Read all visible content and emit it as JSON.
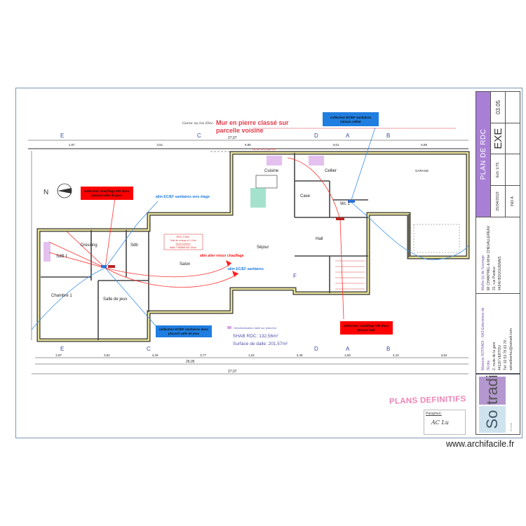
{
  "annotations": {
    "wall_note_line1": "Mur en pierre classé sur",
    "wall_note_line2": "parcelle voisine",
    "handwritten_note": "Gaine ep los Elec.",
    "limit_label": "Limite de propriété",
    "blue_box_cellier": [
      "collecteur EC/EF sanitaires",
      "cloison cellier"
    ],
    "red_box_salle_jeux": [
      "collecteur chauffage A/R dans",
      "placard salle de jeux"
    ],
    "blue_alim_etage": "alim EC/EF sanitaires vers étage",
    "level_box": [
      "RDC 2,50m",
      "Trait de niveau à 1,10m",
      "Seuil 100mm",
      "dalle + isolant sur 10cm"
    ],
    "red_alim_chauffage": "alim aller retour chauffage",
    "blue_alim_sanitaires": "alim EC/EF sanitaires",
    "blue_box_salle_jeux": [
      "collecteur EC/EF sanitaires dans",
      "placard salle de jeux"
    ],
    "red_box_hall": [
      "collecteur chauffage A/R dans",
      "placard hall"
    ],
    "desolidarisation": "Désolidarisation dalle sur plancher"
  },
  "rooms": [
    {
      "name": "Cuisine"
    },
    {
      "name": "Cellier"
    },
    {
      "name": "Cave"
    },
    {
      "name": "Wc 1"
    },
    {
      "name": "Hall"
    },
    {
      "name": "Séjour"
    },
    {
      "name": "Salon"
    },
    {
      "name": "Dressing"
    },
    {
      "name": "SdB 1"
    },
    {
      "name": "Sdb"
    },
    {
      "name": "Chambre 1"
    },
    {
      "name": "Salle de jeux"
    },
    {
      "name": "GARAGE"
    }
  ],
  "surfaces": {
    "shab": "SHAB RDC: 132,56m²",
    "dalle": "Surface de dalle: 201,57m²"
  },
  "dimensions": {
    "overall_top": "27,07",
    "overall_bottom": "27,07",
    "sub_bottom": "26,05",
    "top_parts": [
      "1,97",
      "3,51",
      "6,86",
      "3,61",
      "6,86"
    ],
    "bottom_parts": [
      "2,97",
      "3,62",
      "4,29",
      "3,77",
      "1,22",
      "3,45",
      "4,50",
      "2,10",
      "3,62"
    ]
  },
  "grid_marks": [
    "E",
    "C",
    "D",
    "A",
    "B",
    "F"
  ],
  "compass_label": "N",
  "stamp": "PLANS DEFINITIFS",
  "paraphes": {
    "label": "Paraphes:",
    "signature": "AC Lu"
  },
  "watermark": "www.archifacile.fr",
  "title_block": {
    "title": "PLAN DE RDC",
    "phase": "EXE",
    "sheet": "03.05",
    "scale": "Ech 1/75",
    "date": "25/04/2019",
    "index": "IND A",
    "owner_heading": "Maître (s) de l'ouvrage:",
    "owner_name": "Mr CHANTREL & Mme CHEVALLEREAU",
    "owner_street": "31, rue Pasteur",
    "owner_city": "44340 BOUGUENAIS",
    "company": "Maisons SOTRADI - SAS Extensions de l'Erdre",
    "company_street": "2, route de la gare",
    "company_city": "44120 VERTOU",
    "company_contact": "Tél: 02 53 78 63 78 - sotradivertou@sotradi.com",
    "logo": "So tradi"
  },
  "colors": {
    "wall": "#e8e29a",
    "red_note": "#ff0000",
    "blue_note": "#1e7be0",
    "purple": "#a97fd6",
    "stamp": "#ee84b6",
    "frame": "#7d97b8"
  }
}
